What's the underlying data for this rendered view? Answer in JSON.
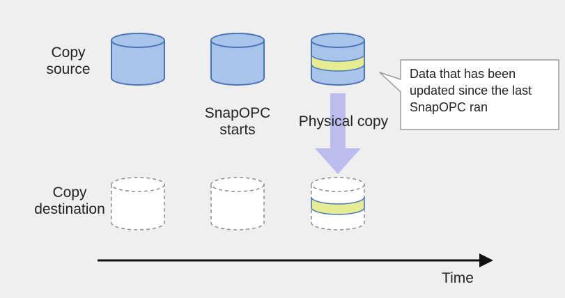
{
  "rows": {
    "source_label": [
      "Copy",
      "source"
    ],
    "destination_label": [
      "Copy",
      "destination"
    ]
  },
  "steps": {
    "start_label": [
      "SnapOPC",
      "starts"
    ],
    "physical_copy_label": "Physical copy"
  },
  "callout": {
    "lines": [
      "Data that has been",
      "updated since the last",
      "SnapOPC ran"
    ]
  },
  "timeline": {
    "label": "Time"
  },
  "colors": {
    "background": "#efefef",
    "disk_fill": "#a9c4ea",
    "disk_stroke": "#4a74b5",
    "updated_band": "#e6ec93",
    "arrow_fill": "#bcbcef",
    "dashed_stroke": "#8c8c8c"
  }
}
